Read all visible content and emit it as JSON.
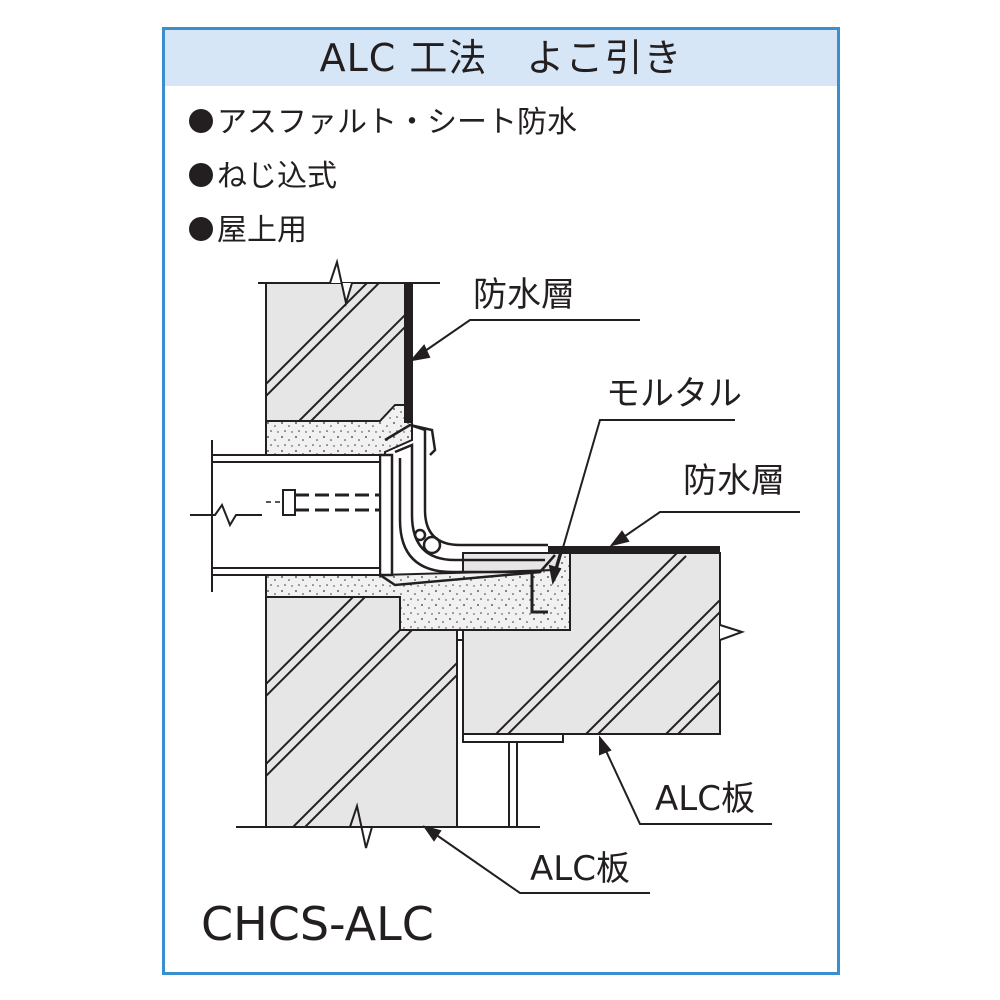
{
  "title": "ALC 工法　よこ引き",
  "features": [
    "アスファルト・シート防水",
    "ねじ込式",
    "屋上用"
  ],
  "labels": {
    "waterproof_wall": "防水層",
    "mortar": "モルタル",
    "waterproof_roof": "防水層",
    "alc_slab": "ALC板",
    "alc_wall": "ALC板"
  },
  "model_code": "CHCS-ALC",
  "colors": {
    "frame": "#3a8fd0",
    "title_bg": "#d6e6f7",
    "concrete": "#e6e6e6",
    "line": "#231f20"
  }
}
